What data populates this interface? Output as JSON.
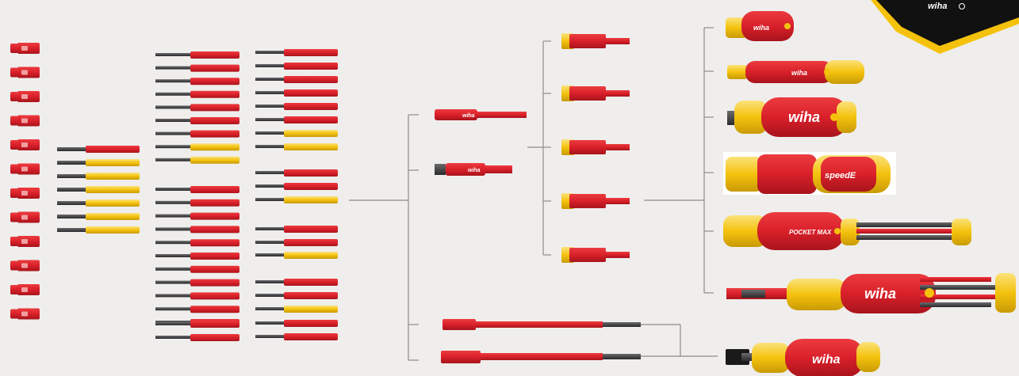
{
  "brand": {
    "logo_text": "wiha",
    "handle_text": "wiha",
    "handle_text_speede": "speedE",
    "handle_text_pocketmax": "POCKET MAX"
  },
  "colors": {
    "background": "#efeeec",
    "red": "#d9202a",
    "red_dark": "#a8141c",
    "yellow": "#f4c20d",
    "yellow_light": "#f7d64a",
    "metal": "#3c3c3e",
    "line": "#8c8c8c",
    "badge_black": "#111111"
  },
  "groups": {
    "sockets": {
      "count": 12
    },
    "short_blades": {
      "count": 7
    },
    "long_blades_col1": {
      "count": 22
    },
    "long_blades_col2": {
      "count": 20
    },
    "adapters": {
      "count": 2
    },
    "torque_bits": {
      "count": 5
    },
    "extensions": {
      "count": 2
    },
    "handles": {
      "count": 7
    }
  }
}
